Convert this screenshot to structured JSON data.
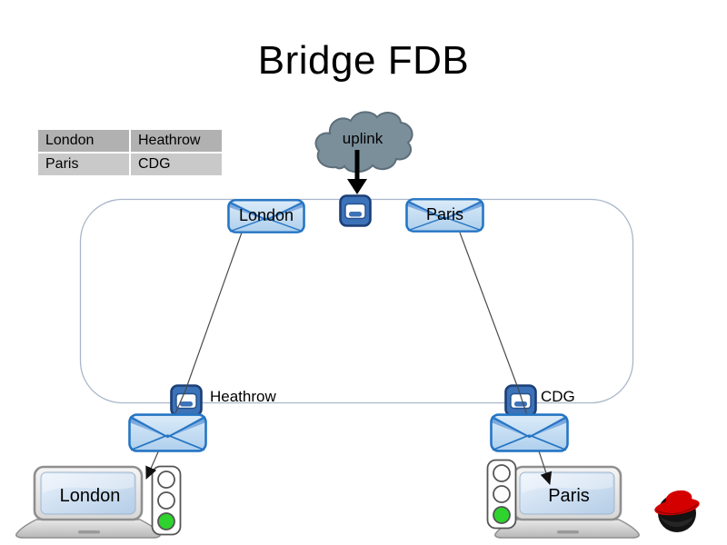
{
  "title": "Bridge FDB",
  "fdb_table": {
    "rows": [
      {
        "host": "London",
        "port": "Heathrow"
      },
      {
        "host": "Paris",
        "port": "CDG"
      }
    ]
  },
  "cloud": {
    "label": "uplink"
  },
  "frames": {
    "london": {
      "label": "London"
    },
    "paris": {
      "label": "Paris"
    }
  },
  "ports": {
    "heathrow": {
      "label": "Heathrow"
    },
    "cdg": {
      "label": "CDG"
    }
  },
  "hosts": {
    "london": {
      "label": "London"
    },
    "paris": {
      "label": "Paris"
    }
  },
  "colors": {
    "envelope_border": "#2575c4",
    "port_blue": "#3c72b8",
    "cloud_fill": "#7b8f9b",
    "bridge_border": "#a9b6c9",
    "status_green": "#2ed32e",
    "redhat_red": "#d40000"
  }
}
